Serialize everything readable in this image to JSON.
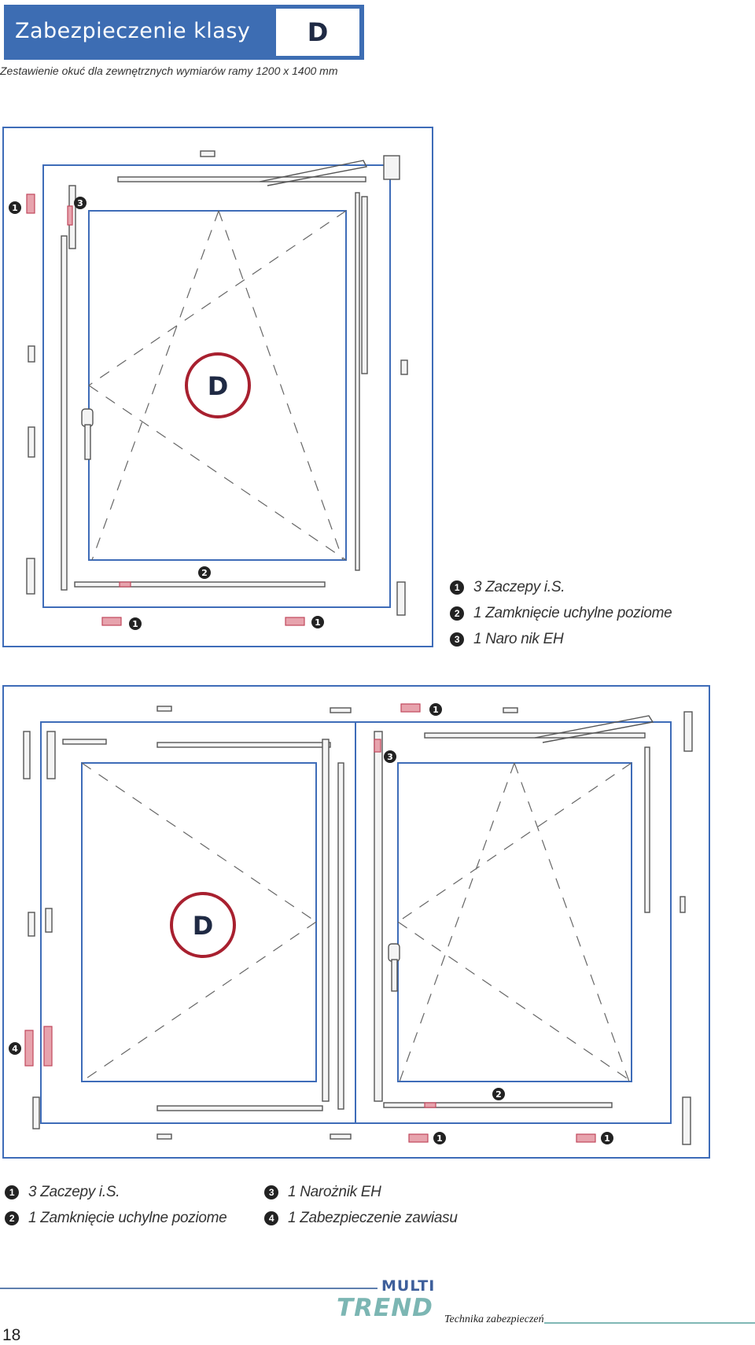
{
  "header": {
    "title": "Zabezpieczenie klasy",
    "class_letter": "D"
  },
  "subtitle": "Zestawienie okuć dla zewnętrznych wymiarów ramy 1200 x 1400 mm",
  "diagram1": {
    "badge": "D",
    "markers": [
      "1",
      "3",
      "2",
      "1",
      "1"
    ]
  },
  "legend1": [
    {
      "num": "1",
      "text": "3 Zaczepy i.S."
    },
    {
      "num": "2",
      "text": "1 Zamknięcie uchylne poziome"
    },
    {
      "num": "3",
      "text": "1 Naro nik EH"
    }
  ],
  "diagram2": {
    "badge": "D",
    "markers": [
      "1",
      "3",
      "4",
      "2",
      "1",
      "1"
    ]
  },
  "legend2": [
    {
      "num": "1",
      "text": "3 Zaczepy i.S."
    },
    {
      "num": "2",
      "text": "1 Zamknięcie uchylne poziome"
    },
    {
      "num": "3",
      "text": "1 Narożnik EH"
    },
    {
      "num": "4",
      "text": "1 Zabezpieczenie zawiasu"
    }
  ],
  "footer": {
    "logo_top": "MULTI",
    "logo_bottom": "TREND",
    "tagline": "Technika zabezpieczeń",
    "page_number": "18"
  },
  "colors": {
    "header_blue": "#3d6db3",
    "frame_blue": "#3e6cb8",
    "badge_red": "#a8202f",
    "part_red": "#d2576a",
    "logo_teal": "#7cb6b3"
  }
}
